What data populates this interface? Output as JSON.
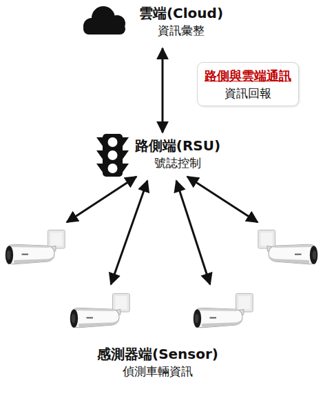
{
  "diagram": {
    "nodes": [
      {
        "text": [
          "雲端(Cloud)",
          "資訊彙整"
        ]
      },
      {
        "text": [
          "路側與雲端通訊",
          "資訊回報"
        ]
      },
      {
        "text": [
          "路側端(RSU)",
          "號誌控制"
        ]
      },
      {
        "text": [
          "感測器端(Sensor)",
          "偵測車輛資訊"
        ]
      }
    ],
    "edges": [
      {
        "from": 0,
        "to": 2,
        "arrow": "both"
      },
      {
        "from": 2,
        "to": 3,
        "arrow": "both"
      },
      {
        "from": 2,
        "to": 3,
        "arrow": "both"
      },
      {
        "from": 2,
        "to": 3,
        "arrow": "both"
      },
      {
        "from": 2,
        "to": 3,
        "arrow": "both"
      }
    ]
  }
}
